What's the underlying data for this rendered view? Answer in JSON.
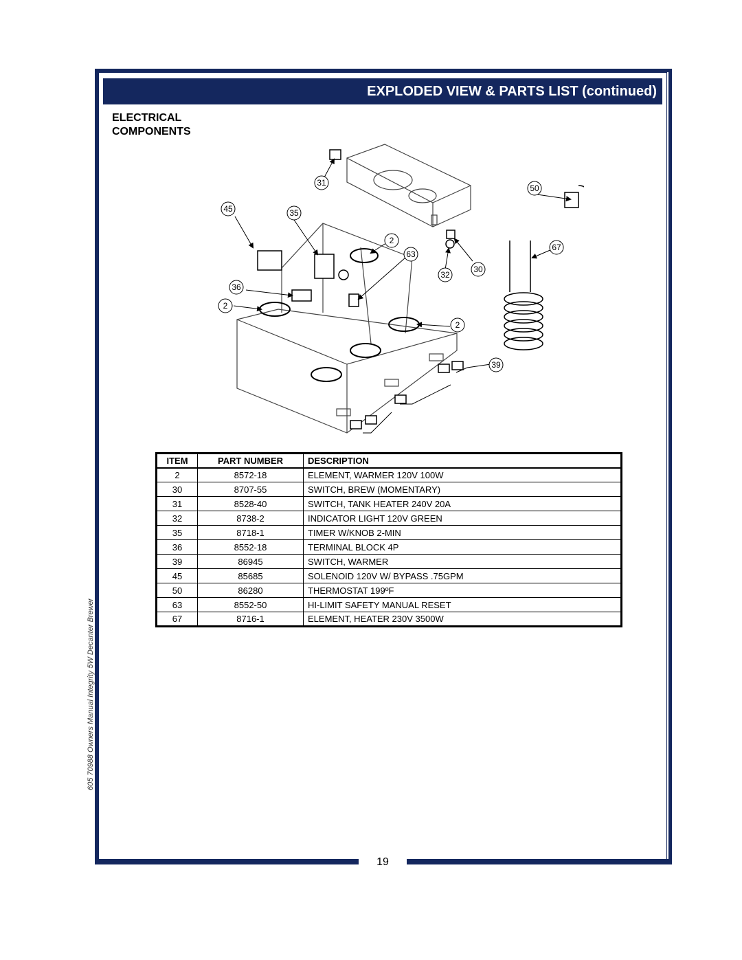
{
  "header": {
    "title": "EXPLODED VIEW & PARTS LIST (continued)",
    "accent_color": "#14275e"
  },
  "section": {
    "title_line1": "ELECTRICAL",
    "title_line2": "COMPONENTS"
  },
  "diagram": {
    "callouts": [
      "31",
      "50",
      "45",
      "35",
      "2",
      "63",
      "67",
      "30",
      "32",
      "36",
      "2",
      "2",
      "39"
    ]
  },
  "table": {
    "headers": [
      "ITEM",
      "PART NUMBER",
      "DESCRIPTION"
    ],
    "rows": [
      {
        "item": "2",
        "part": "8572-18",
        "desc": "ELEMENT, WARMER 120V 100W"
      },
      {
        "item": "30",
        "part": "8707-55",
        "desc": "SWITCH, BREW (MOMENTARY)"
      },
      {
        "item": "31",
        "part": "8528-40",
        "desc": "SWITCH, TANK HEATER 240V 20A"
      },
      {
        "item": "32",
        "part": "8738-2",
        "desc": "INDICATOR LIGHT 120V GREEN"
      },
      {
        "item": "35",
        "part": "8718-1",
        "desc": "TIMER W/KNOB 2-MIN"
      },
      {
        "item": "36",
        "part": "8552-18",
        "desc": "TERMINAL BLOCK 4P"
      },
      {
        "item": "39",
        "part": "86945",
        "desc": "SWITCH, WARMER"
      },
      {
        "item": "45",
        "part": "85685",
        "desc": "SOLENOID 120V W/ BYPASS .75GPM"
      },
      {
        "item": "50",
        "part": "86280",
        "desc": "THERMOSTAT 199ºF"
      },
      {
        "item": "63",
        "part": "8552-50",
        "desc": "HI-LIMIT SAFETY MANUAL RESET"
      },
      {
        "item": "67",
        "part": "8716-1",
        "desc": "ELEMENT, HEATER 230V 3500W"
      }
    ]
  },
  "side_text": "605 70988 Owners Manual  Integrity 5W Decanter Brewer",
  "page_number": "19"
}
